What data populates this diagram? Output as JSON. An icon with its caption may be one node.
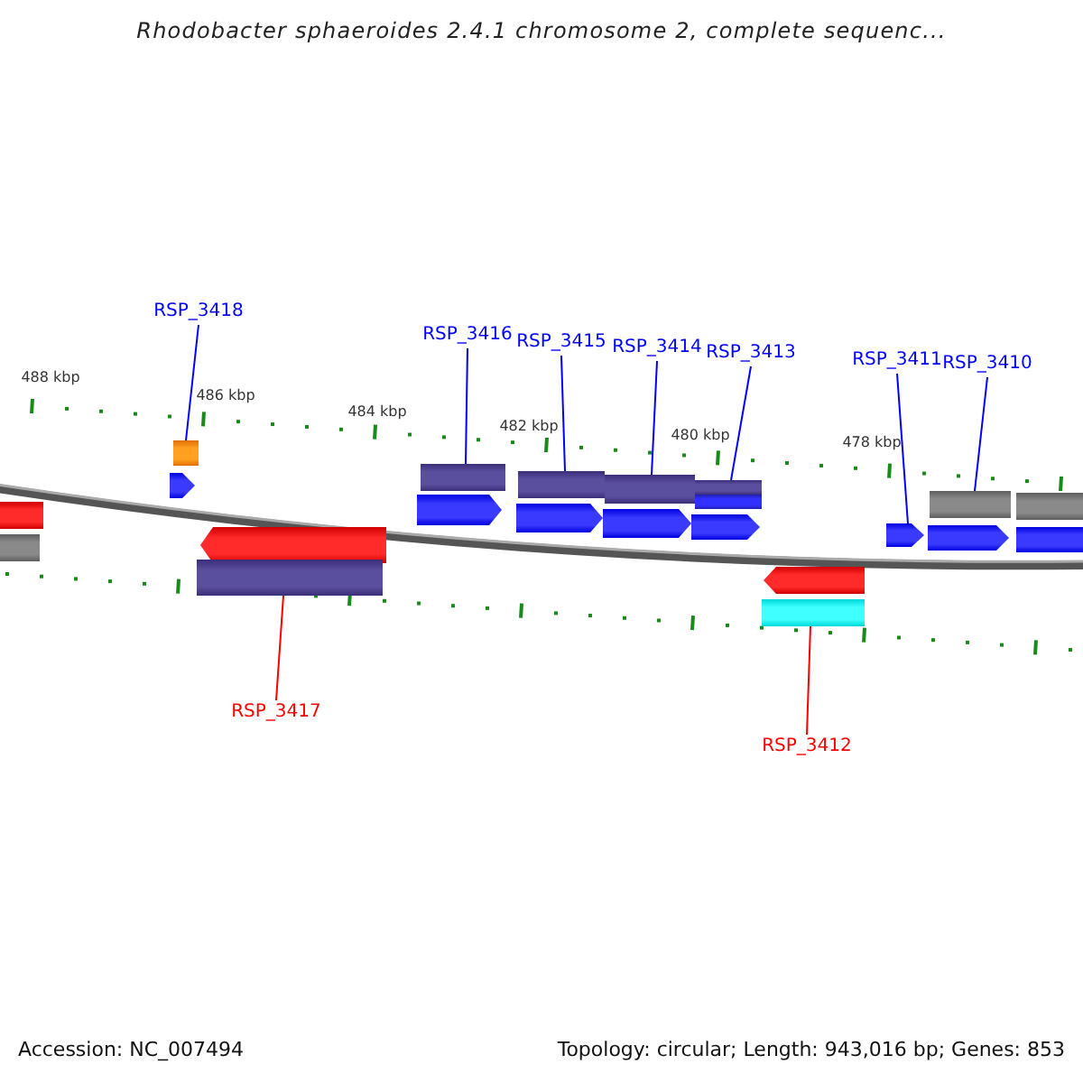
{
  "diagram": {
    "title": "Rhodobacter sphaeroides 2.4.1 chromosome 2, complete sequenc...",
    "nodes": [
      {
        "text": [
          "RSP_3418"
        ]
      },
      {
        "text": [
          "RSP_3416"
        ]
      },
      {
        "text": [
          "RSP_3415"
        ]
      },
      {
        "text": [
          "RSP_3414"
        ]
      },
      {
        "text": [
          "RSP_3413"
        ]
      },
      {
        "text": [
          "RSP_3411"
        ]
      },
      {
        "text": [
          "RSP_3410"
        ]
      },
      {
        "text": [
          "RSP_3417"
        ]
      },
      {
        "text": [
          "RSP_3412"
        ]
      },
      {
        "text": [],
        "shape": "bar"
      },
      {
        "text": [],
        "shape": "bar"
      },
      {
        "text": [],
        "shape": "bar"
      },
      {
        "text": [],
        "shape": "arrow"
      },
      {
        "text": [],
        "shape": "bar"
      },
      {
        "text": [],
        "shape": "arrow"
      },
      {
        "text": [],
        "shape": "bar"
      },
      {
        "text": [],
        "shape": "arrow"
      },
      {
        "text": [],
        "shape": "bar"
      },
      {
        "text": [],
        "shape": "arrow"
      },
      {
        "text": [],
        "shape": "bar"
      },
      {
        "text": [],
        "shape": "bar"
      },
      {
        "text": [],
        "shape": "arrow"
      },
      {
        "text": [],
        "shape": "arrow"
      },
      {
        "text": [],
        "shape": "bar"
      },
      {
        "text": [],
        "shape": "arrow"
      },
      {
        "text": [],
        "shape": "bar"
      },
      {
        "text": [],
        "shape": "bar"
      },
      {
        "text": [],
        "shape": "arrow"
      },
      {
        "text": [],
        "shape": "bar"
      },
      {
        "text": [],
        "shape": "arrow"
      },
      {
        "text": [],
        "shape": "bar"
      }
    ],
    "edges": [
      {
        "from": 0,
        "to": 11,
        "arrow": "none"
      },
      {
        "from": 1,
        "to": 13,
        "arrow": "none"
      },
      {
        "from": 2,
        "to": 15,
        "arrow": "none"
      },
      {
        "from": 3,
        "to": 17,
        "arrow": "none"
      },
      {
        "from": 4,
        "to": 19,
        "arrow": "none"
      },
      {
        "from": 5,
        "to": 22,
        "arrow": "none"
      },
      {
        "from": 6,
        "to": 23,
        "arrow": "none"
      },
      {
        "from": 7,
        "to": 28,
        "arrow": "none",
        "color": "#ff0000"
      },
      {
        "from": 8,
        "to": 30,
        "arrow": "none",
        "color": "#ff0000"
      }
    ],
    "labels": [
      "488 kbp",
      "486 kbp",
      "484 kbp",
      "482 kbp",
      "480 kbp",
      "478 kbp",
      "Accession: NC_007494",
      "Topology: circular; Length: 943,016 bp; Genes: 853"
    ]
  }
}
